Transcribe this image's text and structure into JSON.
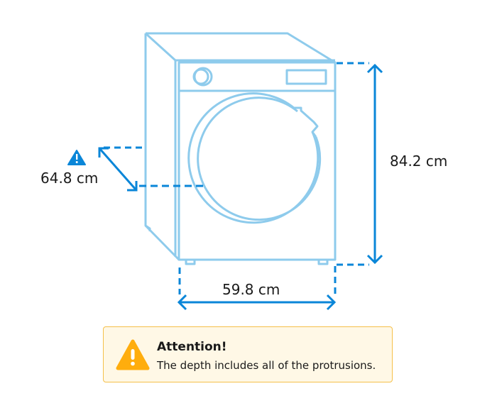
{
  "diagram": {
    "subject": "front-loading washing machine dimension drawing",
    "colors": {
      "outline": "#8ecbec",
      "dimension": "#0a86d8",
      "notice_bg": "#fff8e6",
      "notice_border": "#f5c04a",
      "warning_icon": "#ffad0d"
    },
    "dimensions": {
      "depth": {
        "label": "64.8 cm",
        "has_warning_icon": true
      },
      "height": {
        "label": "84.2 cm"
      },
      "width": {
        "label": "59.8 cm"
      }
    }
  },
  "notice": {
    "icon": "warning-triangle-icon",
    "title": "Attention!",
    "text": "The depth includes all of the protrusions."
  }
}
